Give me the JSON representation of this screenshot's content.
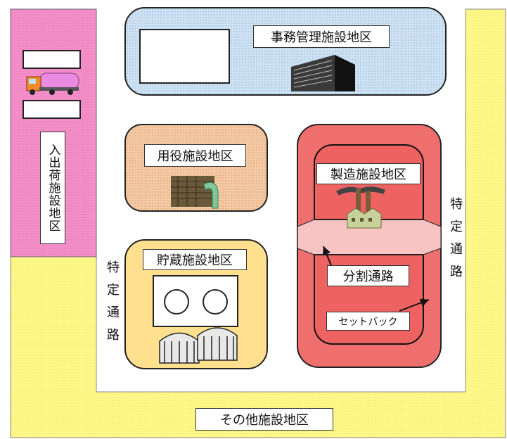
{
  "zones": {
    "admin": "事務管理施設地区",
    "utility": "用役施設地区",
    "storage": "貯蔵施設地区",
    "manufacturing": "製造施設地区",
    "shipping": "入出荷施設地区",
    "other": "その他施設地区"
  },
  "roads": {
    "specified_road": "特定通路",
    "dividing_road": "分割通路",
    "setback": "セットバック"
  },
  "colors": {
    "yellow_zone": "#fff88a",
    "pink_zone": "#f48ec8",
    "admin_fill": "#cfe2f3",
    "utility_fill": "#f4c9a4",
    "storage_fill": "#ffe08f",
    "manufacturing_fill": "#ef6f6f"
  }
}
